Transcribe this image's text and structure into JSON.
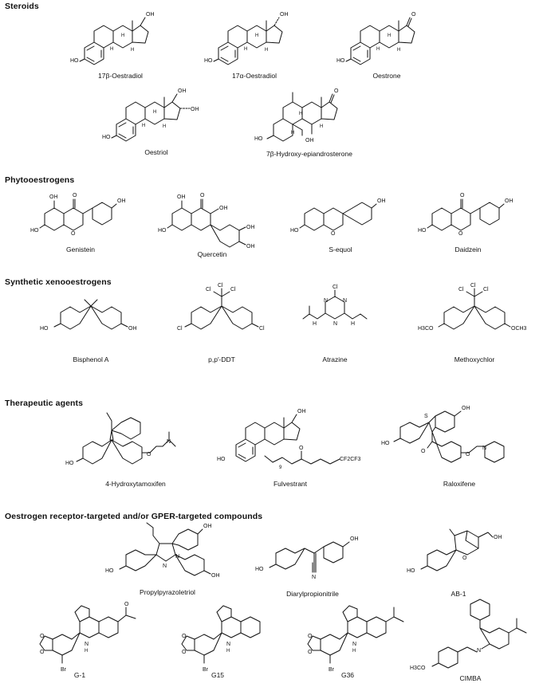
{
  "sections": {
    "steroids": "Steroids",
    "phyto": "Phytooestrogens",
    "synthetic": "Synthetic xenooestrogens",
    "therapeutic": "Therapeutic agents",
    "receptor": "Oestrogen receptor-targeted and/or GPER-targeted compounds"
  },
  "compounds": {
    "beta_oestradiol": "17β-Oestradiol",
    "alpha_oestradiol": "17α-Oestradiol",
    "oestrone": "Oestrone",
    "oestriol": "Oestriol",
    "hydroxy_epiandrosterone": "7β-Hydroxy-epiandrosterone",
    "genistein": "Genistein",
    "quercetin": "Quercetin",
    "s_equol": "S-equol",
    "daidzein": "Daidzein",
    "bisphenol_a": "Bisphenol A",
    "ddt": "p,p′-DDT",
    "atrazine": "Atrazine",
    "methoxychlor": "Methoxychlor",
    "hydroxytamoxifen": "4-Hydroxytamoxifen",
    "fulvestrant": "Fulvestrant",
    "raloxifene": "Raloxifene",
    "propylpyrazoletriol": "Propylpyrazoletriol",
    "diarylpropionitrile": "Diarylpropionitrile",
    "ab1": "AB-1",
    "g1": "G-1",
    "g15": "G15",
    "g36": "G36",
    "cimba": "CIMBA"
  },
  "atom_labels": {
    "oh": "OH",
    "ho": "HO",
    "o": "O",
    "h": "H",
    "n": "N",
    "nh": "N",
    "s": "S",
    "cl": "Cl",
    "br": "Br",
    "h3co": "H3CO",
    "och3": "OCH3",
    "cf": "CF2CF3",
    "fulvestrant_chain": "9"
  }
}
